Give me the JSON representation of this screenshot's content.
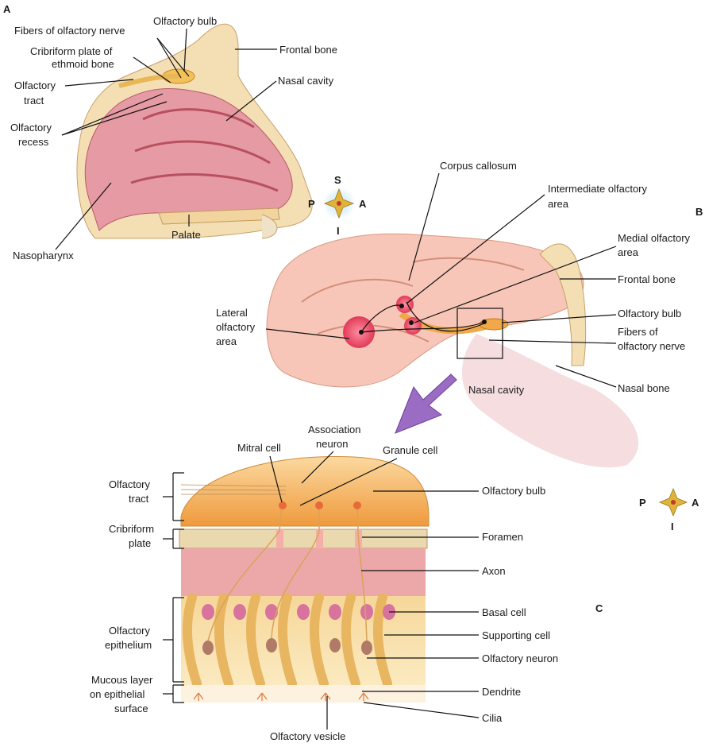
{
  "panels": {
    "a": {
      "letter": "A",
      "labels": {
        "fibers_nerve": "Fibers of olfactory nerve",
        "olfactory_bulb": "Olfactory bulb",
        "cribriform_1": "Cribriform plate of",
        "cribriform_2": "ethmoid bone",
        "frontal_bone": "Frontal bone",
        "tract_1": "Olfactory",
        "tract_2": "tract",
        "nasal_cavity": "Nasal cavity",
        "recess_1": "Olfactory",
        "recess_2": "recess",
        "palate": "Palate",
        "nasopharynx": "Nasopharynx"
      },
      "compass": {
        "s": "S",
        "p": "P",
        "a": "A",
        "i": "I"
      }
    },
    "b": {
      "letter": "B",
      "labels": {
        "corpus_callosum": "Corpus callosum",
        "intermediate_1": "Intermediate olfactory",
        "intermediate_2": "area",
        "medial_1": "Medial olfactory",
        "medial_2": "area",
        "frontal_bone": "Frontal bone",
        "lateral_1": "Lateral",
        "lateral_2": "olfactory",
        "lateral_3": "area",
        "olfactory_bulb": "Olfactory bulb",
        "fibers_1": "Fibers of",
        "fibers_2": "olfactory nerve",
        "nasal_cavity": "Nasal cavity",
        "nasal_bone": "Nasal bone"
      }
    },
    "c": {
      "letter": "C",
      "labels": {
        "association_1": "Association",
        "association_2": "neuron",
        "mitral": "Mitral cell",
        "granule": "Granule cell",
        "tract_1": "Olfactory",
        "tract_2": "tract",
        "bulb": "Olfactory bulb",
        "cribriform_1": "Cribriform",
        "cribriform_2": "plate",
        "foramen": "Foramen",
        "axon": "Axon",
        "basal": "Basal cell",
        "epithelium_1": "Olfactory",
        "epithelium_2": "epithelium",
        "supporting": "Supporting cell",
        "neuron": "Olfactory neuron",
        "mucous_1": "Mucous layer",
        "mucous_2": "on epithelial",
        "mucous_3": "surface",
        "dendrite": "Dendrite",
        "cilia": "Cilia",
        "vesicle": "Olfactory vesicle"
      },
      "compass": {
        "p": "P",
        "a": "A",
        "i": "I"
      }
    }
  },
  "colors": {
    "tissue_pink": "#e89aa3",
    "bone": "#f3d9a8",
    "bulb_orange": "#f0a848",
    "area_spot": "#e8546a",
    "arrow_purple": "#9b6cc4",
    "compass_gold": "#e0b43a"
  }
}
